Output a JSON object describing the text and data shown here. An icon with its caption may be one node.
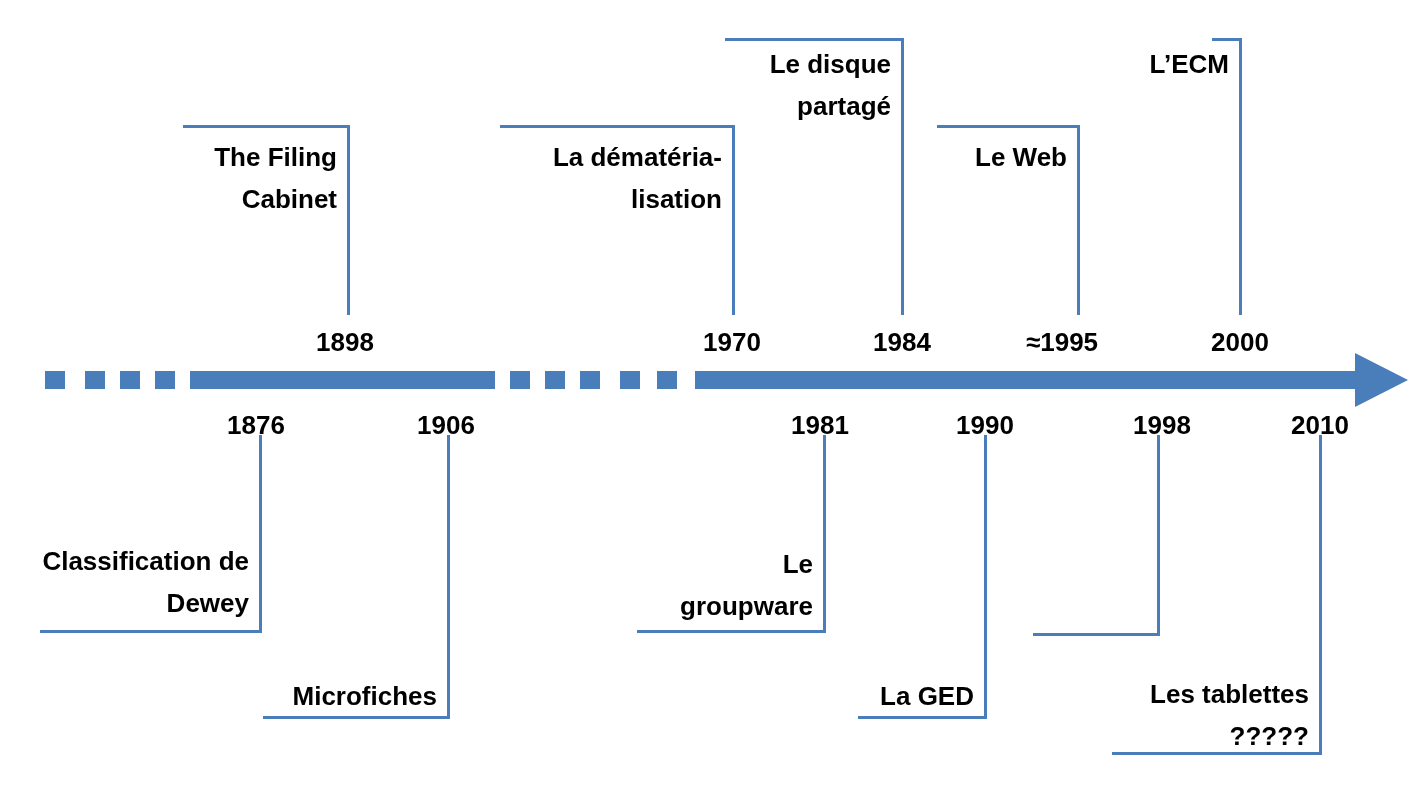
{
  "diagram": {
    "nodes": [
      {
        "text": [
          "Classification de Dewey"
        ],
        "beside": [
          "1876"
        ]
      },
      {
        "text": [
          "The Filing Cabinet"
        ],
        "beside": [
          "1898"
        ]
      },
      {
        "text": [
          "Microfiches"
        ],
        "beside": [
          "1906"
        ]
      },
      {
        "text": [
          "La dématéria-lisation"
        ],
        "beside": [
          "1970"
        ]
      },
      {
        "text": [
          "Le groupware"
        ],
        "beside": [
          "1981"
        ]
      },
      {
        "text": [
          "Le disque partagé"
        ],
        "beside": [
          "1984"
        ]
      },
      {
        "text": [
          "La GED"
        ],
        "beside": [
          "1990"
        ]
      },
      {
        "text": [
          "Le Web"
        ],
        "beside": [
          "≈1995"
        ]
      },
      {
        "text": [],
        "shape": "bracket",
        "beside": [
          "1998"
        ]
      },
      {
        "text": [
          "L’ECM"
        ],
        "beside": [
          "2000"
        ]
      },
      {
        "text": [
          "Les tablettes ?????"
        ],
        "beside": [
          "2010"
        ]
      }
    ],
    "edges": []
  }
}
